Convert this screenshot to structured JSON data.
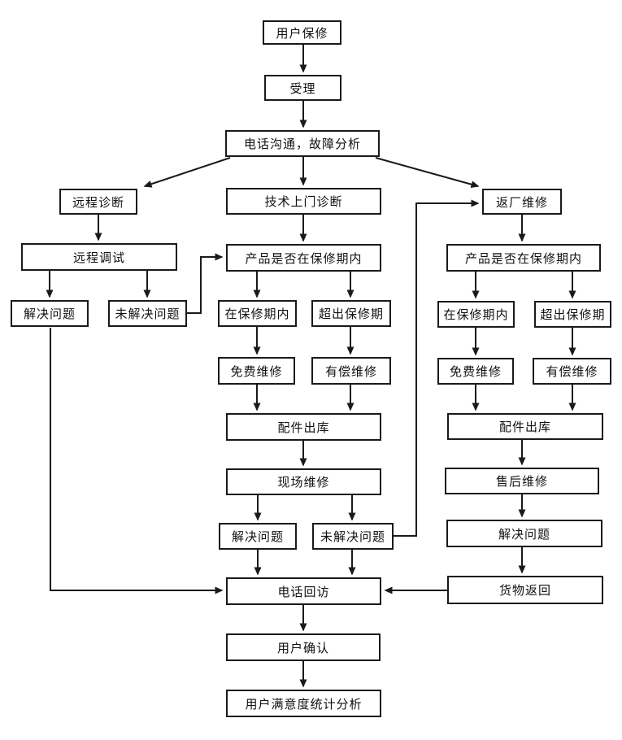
{
  "flowchart": {
    "kind": "after-sales-repair-service-flow",
    "style": {
      "box_fill": "#ffffff",
      "box_border_color": "#1a1a1a",
      "line_color": "#1a1a1a",
      "text_color": "#111111"
    },
    "nodes": [
      {
        "id": "user-warranty",
        "label": "用户保修"
      },
      {
        "id": "acceptance",
        "label": "受理"
      },
      {
        "id": "phone-fault-analysis",
        "label": "电话沟通，故障分析"
      },
      {
        "id": "remote-diagnosis",
        "label": "远程诊断"
      },
      {
        "id": "onsite-diagnosis",
        "label": "技术上门诊断"
      },
      {
        "id": "factory-repair",
        "label": "返厂维修"
      },
      {
        "id": "remote-debugging",
        "label": "远程调试"
      },
      {
        "id": "warranty-check-mid",
        "label": "产品是否在保修期内"
      },
      {
        "id": "warranty-check-right",
        "label": "产品是否在保修期内"
      },
      {
        "id": "solved-far-left",
        "label": "解决问题"
      },
      {
        "id": "unsolved-left",
        "label": "未解决问题"
      },
      {
        "id": "in-warranty-mid",
        "label": "在保修期内"
      },
      {
        "id": "out-of-warranty-mid",
        "label": "超出保修期"
      },
      {
        "id": "in-warranty-right",
        "label": "在保修期内"
      },
      {
        "id": "out-of-warranty-right",
        "label": "超出保修期"
      },
      {
        "id": "free-repair-mid",
        "label": "免费维修"
      },
      {
        "id": "paid-repair-mid",
        "label": "有偿维修"
      },
      {
        "id": "free-repair-right",
        "label": "免费维修"
      },
      {
        "id": "paid-repair-right",
        "label": "有偿维修"
      },
      {
        "id": "parts-outbound-mid",
        "label": "配件出库"
      },
      {
        "id": "parts-outbound-right",
        "label": "配件出库"
      },
      {
        "id": "onsite-repair",
        "label": "现场维修"
      },
      {
        "id": "aftersales-repair",
        "label": "售后维修"
      },
      {
        "id": "solved-mid",
        "label": "解决问题"
      },
      {
        "id": "unsolved-mid",
        "label": "未解决问题"
      },
      {
        "id": "solved-right",
        "label": "解决问题"
      },
      {
        "id": "goods-return",
        "label": "货物返回"
      },
      {
        "id": "phone-followup",
        "label": "电话回访"
      },
      {
        "id": "user-confirmation",
        "label": "用户确认"
      },
      {
        "id": "satisfaction-analysis",
        "label": "用户满意度统计分析"
      }
    ]
  }
}
